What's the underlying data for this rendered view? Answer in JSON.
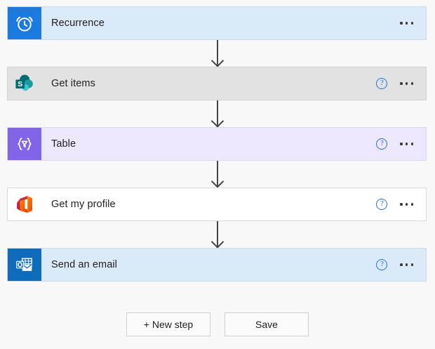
{
  "flow": {
    "steps": [
      {
        "title": "Recurrence",
        "icon": "alarm-clock-icon",
        "tone": "tone-blue",
        "has_help": false,
        "has_menu": true
      },
      {
        "title": "Get items",
        "icon": "sharepoint-icon",
        "tone": "tone-grey",
        "has_help": true,
        "has_menu": true
      },
      {
        "title": "Table",
        "icon": "table-braces-filter-icon",
        "tone": "tone-purple",
        "has_help": true,
        "has_menu": true
      },
      {
        "title": "Get my profile",
        "icon": "office365-icon",
        "tone": "tone-white",
        "has_help": true,
        "has_menu": true
      },
      {
        "title": "Send an email",
        "icon": "outlook-icon",
        "tone": "tone-blue",
        "has_help": true,
        "has_menu": true
      }
    ],
    "connector_count": 4,
    "help_glyph": "?",
    "footer": {
      "new_step_label": "+ New step",
      "save_label": "Save"
    }
  },
  "colors": {
    "canvas_background": "#f8f8f8",
    "card_blue": "#dbeaf9",
    "card_grey": "#e2e2e2",
    "card_purple": "#ece7fb",
    "card_white": "#ffffff",
    "recurrence_icon_tile": "#1a7ae0",
    "outlook_icon_tile": "#0f6cbd",
    "table_icon_tile": "#8164e8",
    "sharepoint_teal": "#03787c",
    "office_red": "#eb3c00",
    "connector_line": "#484644",
    "help_icon_blue": "#2a6fd4"
  }
}
